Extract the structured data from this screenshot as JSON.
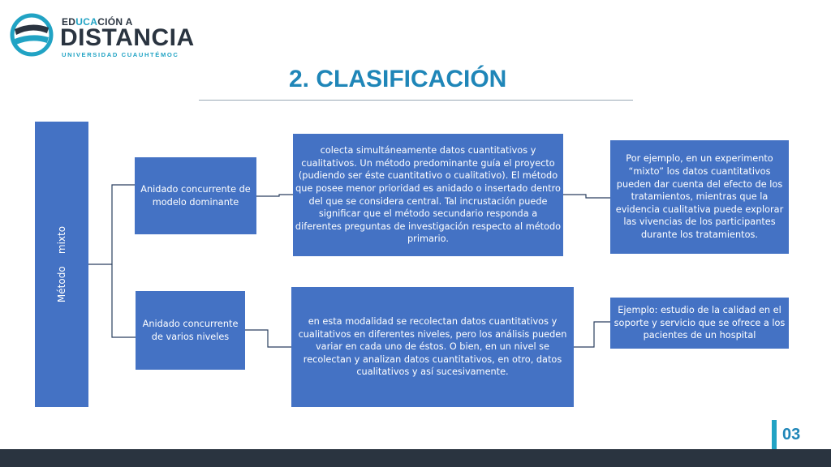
{
  "logo": {
    "line1_a": "ED",
    "line1_b": "UCA",
    "line1_c": "CIÓN A",
    "line2": "DISTANCIA",
    "line3": "UNIVERSIDAD CUAUHTÉMOC"
  },
  "title": "2. CLASIFICACIÓN",
  "diagram": {
    "root": "Método    mixto",
    "branches": [
      {
        "label": "Anidado concurrente de modelo dominante",
        "description": "colecta simultáneamente datos cuantitativos y cualitativos. Un método predominante guía el proyecto (pudiendo ser éste cuantitativo o cualitativo). El método que posee menor prioridad es anidado o insertado dentro del que se considera central. Tal incrustación puede significar que el método secundario responda a diferentes preguntas de investigación respecto al método primario.",
        "example": "Por ejemplo, en un experimento “mixto” los datos cuantitativos pueden dar cuenta del efecto de los tratamientos, mientras que la evidencia cualitativa puede explorar las vivencias de los participantes durante los tratamientos."
      },
      {
        "label": "Anidado concurrente de varios niveles",
        "description": "en esta modalidad se recolectan datos cuantitativos y cualitativos en diferentes niveles, pero los análisis pueden variar en cada uno de éstos. O bien, en un nivel se recolectan y analizan datos cuantitativos, en otro, datos cualitativos y así sucesivamente.",
        "example": "Ejemplo: estudio de  la calidad en el soporte y servicio que se ofrece a los pacientes de un hospital"
      }
    ]
  },
  "colors": {
    "box": "#4472c4",
    "title": "#1f86b8",
    "accent": "#21a3c4",
    "dark": "#2a3440"
  },
  "page_number": "03"
}
